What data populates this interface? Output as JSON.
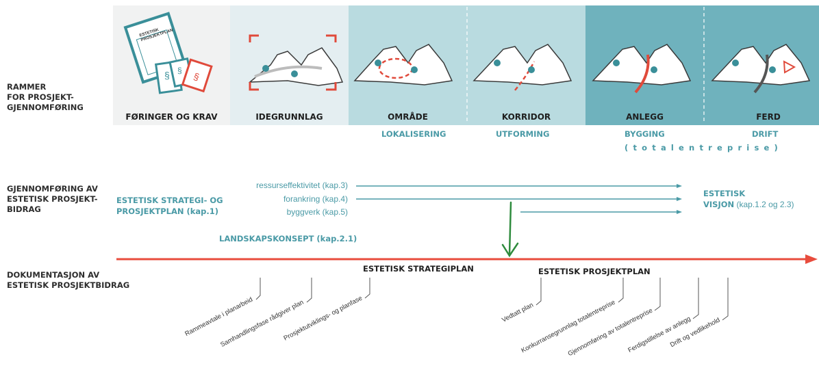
{
  "rows": {
    "rammer": [
      "RAMMER",
      "FOR PROSJEKT-",
      "GJENNOMFØRING"
    ],
    "gjennomforing": [
      "GJENNOMFØRING AV",
      "ESTETISK PROSJEKT-",
      "BIDRAG"
    ],
    "dokumentasjon": [
      "DOKUMENTASJON AV",
      "ESTETISK PROSJEKTBIDRAG"
    ]
  },
  "phases": [
    "FØRINGER OG KRAV",
    "IDEGRUNNLAG",
    "OMRÅDE",
    "KORRIDOR",
    "ANLEGG",
    "FERD"
  ],
  "subphases": {
    "lokalisering": "LOKALISERING",
    "utforming": "UTFORMING",
    "bygging": "BYGGING",
    "drift": "DRIFT",
    "totalentreprise": "(totalentreprise)"
  },
  "document_icon_text": [
    "ESTETISK",
    "PROSJEKTPLAN"
  ],
  "paragraph_symbol": "§",
  "strategi": [
    "ESTETISK STRATEGI- OG",
    "PROSJEKTPLAN (kap.1)"
  ],
  "kapitler": [
    "ressurseffektivitet (kap.3)",
    "forankring (kap.4)",
    "byggverk (kap.5)"
  ],
  "landskapskonsept": "LANDSKAPSKONSEPT (kap.2.1)",
  "visjon": {
    "title": "ESTETISK",
    "line2_bold": "VISJON",
    "line2_rest": " (kap.1.2 og 2.3)"
  },
  "docs": {
    "strategiplan": "ESTETISK STRATEGIPLAN",
    "prosjektplan": "ESTETISK PROSJEKTPLAN"
  },
  "milestones": [
    "Rammeavtale i planarbeid",
    "Samhandlingsfase rådgiver plan",
    "Prosjektutviklings- og planfase",
    "Vedtatt plan",
    "Konkurransegrunnlag totalentreprise",
    "Gjennomføring av totalentreprise",
    "Ferdigstillelse av anlegg",
    "Drift og vedlikehold"
  ],
  "colors": {
    "teal": "#4a9aa6",
    "red_timeline": "#e84c3d",
    "green_marker": "#2e8b3d",
    "panel1": "#f1f2f2",
    "panel2": "#e4eef1",
    "panel3": "#b9dbe0",
    "panel4": "#6fb2bd"
  }
}
